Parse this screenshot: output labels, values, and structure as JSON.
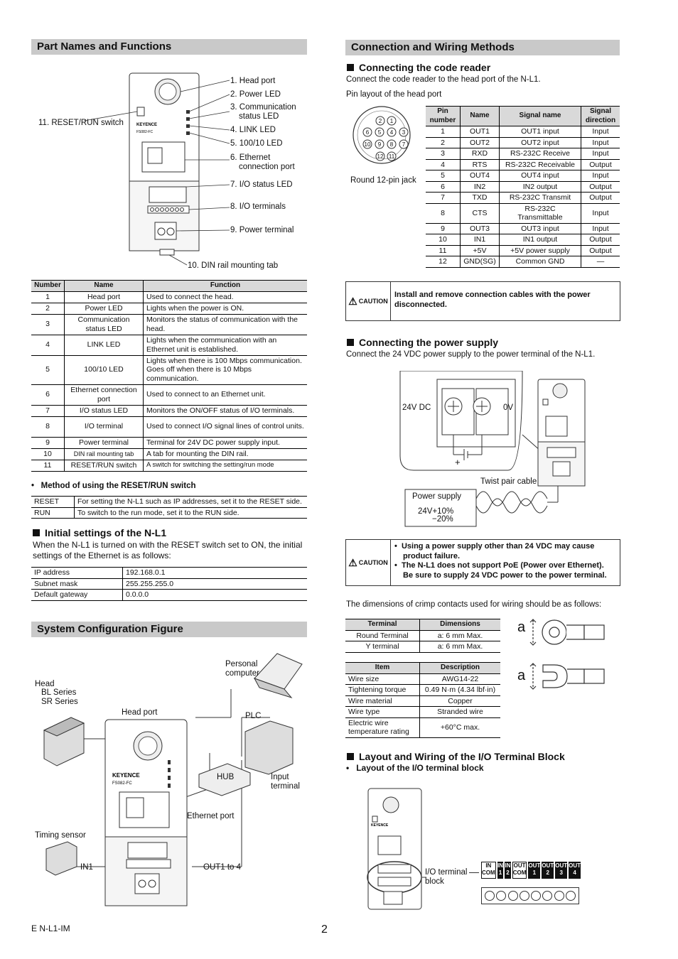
{
  "left": {
    "part_names_title": "Part Names and Functions",
    "callouts": [
      "1. Head port",
      "2. Power LED",
      "3. Communication",
      "status LED",
      "4. LINK LED",
      "5. 100/10 LED",
      "6. Ethernet",
      "connection port",
      "7. I/O status LED",
      "8. I/O terminals",
      "9. Power terminal",
      "10. DIN rail mounting tab",
      "11. RESET/RUN switch"
    ],
    "device_brand": "KEYENCE",
    "device_model": "FS082-FC",
    "parts_table": {
      "headers": [
        "Number",
        "Name",
        "Function"
      ],
      "rows": [
        [
          "1",
          "Head port",
          "Used to connect the head."
        ],
        [
          "2",
          "Power LED",
          "Lights when the power is ON."
        ],
        [
          "3",
          "Communication status LED",
          "Monitors the status of communication with the head."
        ],
        [
          "4",
          "LINK LED",
          "Lights when the communication with an Ethernet unit is established."
        ],
        [
          "5",
          "100/10 LED",
          "Lights when there is 100 Mbps communication. Goes off when there is 10 Mbps communication."
        ],
        [
          "6",
          "Ethernet connection port",
          "Used to connect to an Ethernet unit."
        ],
        [
          "7",
          "I/O status LED",
          "Monitors the ON/OFF status of I/O terminals."
        ],
        [
          "8",
          "I/O terminal",
          "Used to connect I/O signal lines of control units."
        ],
        [
          "9",
          "Power terminal",
          "Terminal for 24V DC power supply input."
        ],
        [
          "10",
          "DIN rail mounting tab",
          "A tab for mounting the DIN rail."
        ],
        [
          "11",
          "RESET/RUN switch",
          "A switch for switching the setting/run mode"
        ]
      ]
    },
    "reset_method_title": "Method of using the RESET/RUN switch",
    "reset_table": [
      [
        "RESET",
        "For setting the N-L1 such as IP addresses, set it to the RESET side."
      ],
      [
        "RUN",
        "To switch to the run mode, set it to the RUN side."
      ]
    ],
    "initial_title": "Initial settings of the N-L1",
    "initial_text": "When the N-L1 is turned on with the RESET switch set to ON, the initial settings of the Ethernet is as follows:",
    "initial_table": [
      [
        "IP address",
        "192.168.0.1"
      ],
      [
        "Subnet mask",
        "255.255.255.0"
      ],
      [
        "Default gateway",
        "0.0.0.0"
      ]
    ],
    "system_title": "System Configuration Figure",
    "system_labels": {
      "head": "Head",
      "bl": "BL Series",
      "sr": "SR Series",
      "head_port": "Head port",
      "pc": "Personal",
      "pc2": "computer",
      "plc": "PLC",
      "hub": "HUB",
      "input": "Input",
      "input2": "terminal",
      "eth": "Ethernet port",
      "timing": "Timing sensor",
      "in1": "IN1",
      "out": "OUT1 to 4"
    },
    "footer_left": "E N-L1-IM",
    "page_number": "2"
  },
  "right": {
    "conn_title": "Connection and Wiring Methods",
    "code_title": "Connecting the code reader",
    "code_text": "Connect the code reader to the head port of the N-L1.",
    "pin_layout": "Pin layout of the head port",
    "round_jack": "Round 12-pin jack",
    "pin_numbers": [
      "1",
      "2",
      "3",
      "4",
      "5",
      "6",
      "7",
      "8",
      "9",
      "10",
      "11",
      "12"
    ],
    "pin_table": {
      "headers": [
        "Pin number",
        "Name",
        "Signal name",
        "Signal direction"
      ],
      "rows": [
        [
          "1",
          "OUT1",
          "OUT1 input",
          "Input"
        ],
        [
          "2",
          "OUT2",
          "OUT2 input",
          "Input"
        ],
        [
          "3",
          "RXD",
          "RS-232C Receive",
          "Input"
        ],
        [
          "4",
          "RTS",
          "RS-232C Receivable",
          "Output"
        ],
        [
          "5",
          "OUT4",
          "OUT4 input",
          "Input"
        ],
        [
          "6",
          "IN2",
          "IN2 output",
          "Output"
        ],
        [
          "7",
          "TXD",
          "RS-232C Transmit",
          "Output"
        ],
        [
          "8",
          "CTS",
          "RS-232C Transmittable",
          "Input"
        ],
        [
          "9",
          "OUT3",
          "OUT3 input",
          "Input"
        ],
        [
          "10",
          "IN1",
          "IN1 output",
          "Output"
        ],
        [
          "11",
          "+5V",
          "+5V power supply",
          "Output"
        ],
        [
          "12",
          "GND(SG)",
          "Common GND",
          "—"
        ]
      ]
    },
    "caution_label": "CAUTION",
    "caution1": "Install and remove connection cables with the power disconnected.",
    "power_title": "Connecting the power supply",
    "power_text": "Connect the 24 VDC power supply to the power terminal of the N-L1.",
    "v24": "24V DC",
    "v0": "0V",
    "plus": "+",
    "twist": "Twist pair cable",
    "psu": "Power supply",
    "psu_v": "24V+10%",
    "psu_v2": "−20%",
    "caution2": [
      "Using a power supply other than 24 VDC may cause product failure.",
      "The N-L1 does not support PoE (Power over Ethernet). Be sure to supply 24 VDC power to the power terminal."
    ],
    "crimp_text": "The dimensions of crimp contacts used for wiring should be as follows:",
    "crimp_table": {
      "headers": [
        "Terminal",
        "Dimensions"
      ],
      "rows": [
        [
          "Round Terminal",
          "a: 6 mm Max."
        ],
        [
          "Y terminal",
          "a: 6 mm Max."
        ]
      ]
    },
    "wire_table": {
      "headers": [
        "Item",
        "Description"
      ],
      "rows": [
        [
          "Wire size",
          "AWG14-22"
        ],
        [
          "Tightening torque",
          "0.49 N·m (4.34 lbf·in)"
        ],
        [
          "Wire material",
          "Copper"
        ],
        [
          "Wire type",
          "Stranded wire"
        ],
        [
          "Electric wire temperature rating",
          "+60°C max."
        ]
      ]
    },
    "dim_a": "a",
    "layout_title": "Layout and Wiring of the I/O Terminal Block",
    "layout_sub": "Layout of the I/O terminal block",
    "io_block": "I/O terminal",
    "io_block2": "block",
    "terminals": [
      [
        "IN",
        "COM"
      ],
      [
        "IN",
        "1"
      ],
      [
        "IN",
        "2"
      ],
      [
        "OUT",
        "COM"
      ],
      [
        "OUT",
        "1"
      ],
      [
        "OUT",
        "2"
      ],
      [
        "OUT",
        "3"
      ],
      [
        "OUT",
        "4"
      ]
    ]
  }
}
